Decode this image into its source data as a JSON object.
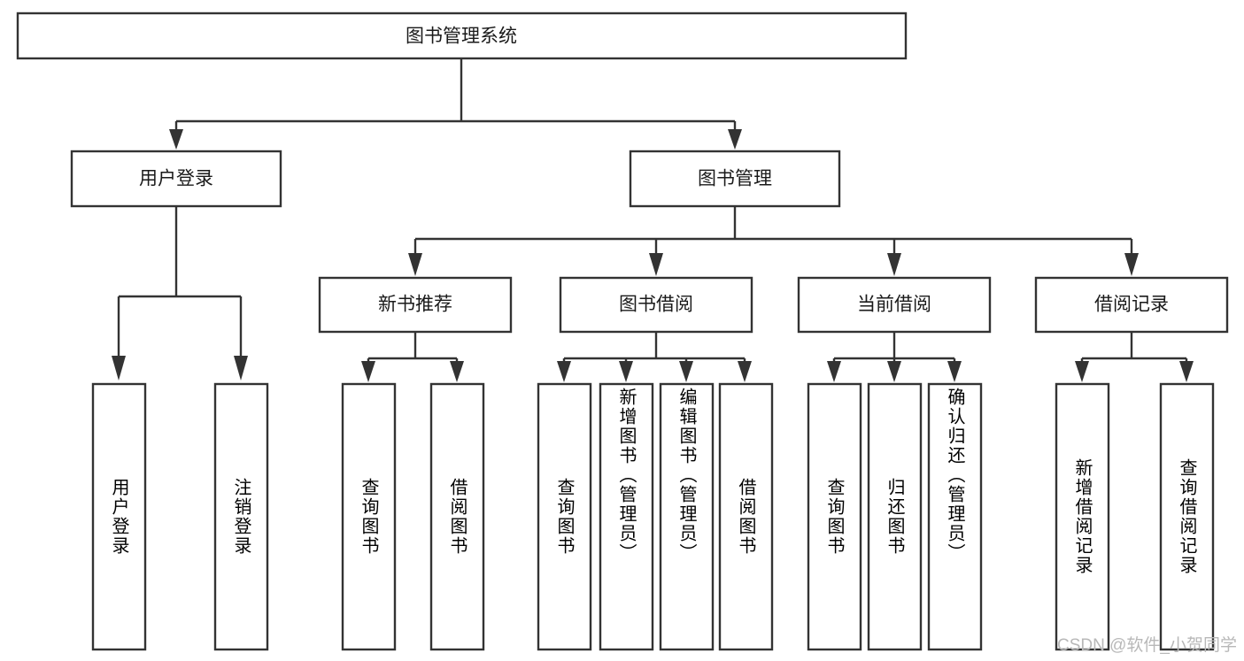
{
  "diagram": {
    "type": "tree-hierarchy",
    "title": "图书管理系统",
    "root": {
      "id": "root",
      "label": "图书管理系统",
      "orientation": "horizontal"
    },
    "level2": [
      {
        "id": "user-login",
        "label": "用户登录",
        "orientation": "horizontal"
      },
      {
        "id": "book-management",
        "label": "图书管理",
        "orientation": "horizontal"
      }
    ],
    "level3": [
      {
        "id": "new-book-recommend",
        "label": "新书推荐",
        "orientation": "horizontal",
        "parent": "book-management"
      },
      {
        "id": "book-borrow",
        "label": "图书借阅",
        "orientation": "horizontal",
        "parent": "book-management"
      },
      {
        "id": "current-borrow",
        "label": "当前借阅",
        "orientation": "horizontal",
        "parent": "book-management"
      },
      {
        "id": "borrow-record",
        "label": "借阅记录",
        "orientation": "horizontal",
        "parent": "book-management"
      }
    ],
    "leaves": [
      {
        "id": "leaf-user-login",
        "label": "用户登录",
        "orientation": "vertical",
        "parent": "user-login"
      },
      {
        "id": "leaf-logout-login",
        "label": "注销登录",
        "orientation": "vertical",
        "parent": "user-login"
      },
      {
        "id": "leaf-query-book-1",
        "label": "查询图书",
        "orientation": "vertical",
        "parent": "new-book-recommend"
      },
      {
        "id": "leaf-borrow-book-1",
        "label": "借阅图书",
        "orientation": "vertical",
        "parent": "new-book-recommend"
      },
      {
        "id": "leaf-query-book-2",
        "label": "查询图书",
        "orientation": "vertical",
        "parent": "book-borrow"
      },
      {
        "id": "leaf-add-book-admin",
        "label": "新增图书（管理员）",
        "orientation": "vertical",
        "parent": "book-borrow"
      },
      {
        "id": "leaf-edit-book-admin",
        "label": "编辑图书（管理员）",
        "orientation": "vertical",
        "parent": "book-borrow"
      },
      {
        "id": "leaf-borrow-book-2",
        "label": "借阅图书",
        "orientation": "vertical",
        "parent": "book-borrow"
      },
      {
        "id": "leaf-query-book-3",
        "label": "查询图书",
        "orientation": "vertical",
        "parent": "current-borrow"
      },
      {
        "id": "leaf-return-book",
        "label": "归还图书",
        "orientation": "vertical",
        "parent": "current-borrow"
      },
      {
        "id": "leaf-confirm-return-admin",
        "label": "确认归还（管理员）",
        "orientation": "vertical",
        "parent": "current-borrow"
      },
      {
        "id": "leaf-add-borrow-record",
        "label": "新增借阅记录",
        "orientation": "vertical",
        "parent": "borrow-record"
      },
      {
        "id": "leaf-query-borrow-record",
        "label": "查询借阅记录",
        "orientation": "vertical",
        "parent": "borrow-record"
      }
    ],
    "watermark": "CSDN @软件_小贺同学",
    "colors": {
      "stroke": "#333333",
      "fill": "#ffffff",
      "text": "#1a1a1a",
      "watermark": "#b8b8b8",
      "background": "#ffffff"
    }
  }
}
